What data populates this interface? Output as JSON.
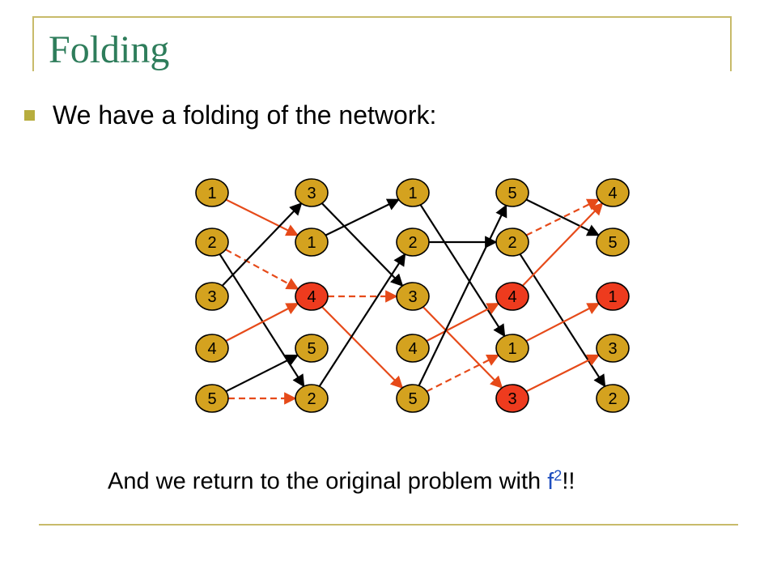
{
  "slide": {
    "title": "Folding",
    "bullet": "We have a folding of the network:",
    "footer_before": "And we return to the original problem with ",
    "footer_var": "f",
    "footer_sup": "2",
    "footer_after": "!!"
  },
  "network": {
    "colors": {
      "node_fill": "#d4a21f",
      "node_highlight": "#ee3b1e",
      "edge_red": "#e64a19",
      "edge_black": "#000000"
    },
    "columns": [
      [
        "1",
        "2",
        "3",
        "4",
        "5"
      ],
      [
        "3",
        "1",
        "4",
        "5",
        "2"
      ],
      [
        "1",
        "2",
        "3",
        "4",
        "5"
      ],
      [
        "5",
        "2",
        "4",
        "1",
        "3"
      ],
      [
        "4",
        "5",
        "1",
        "3",
        "2"
      ]
    ],
    "highlighted": [
      [
        1,
        2
      ],
      [
        3,
        2
      ],
      [
        3,
        4
      ],
      [
        4,
        2
      ]
    ],
    "edges": [
      {
        "from": [
          0,
          0
        ],
        "to": [
          1,
          1
        ],
        "color": "red",
        "style": "solid"
      },
      {
        "from": [
          0,
          1
        ],
        "to": [
          1,
          2
        ],
        "color": "red",
        "style": "dashed"
      },
      {
        "from": [
          0,
          1
        ],
        "to": [
          1,
          4
        ],
        "color": "black",
        "style": "solid"
      },
      {
        "from": [
          0,
          2
        ],
        "to": [
          1,
          0
        ],
        "color": "black",
        "style": "solid"
      },
      {
        "from": [
          0,
          3
        ],
        "to": [
          1,
          2
        ],
        "color": "red",
        "style": "solid"
      },
      {
        "from": [
          0,
          4
        ],
        "to": [
          1,
          3
        ],
        "color": "black",
        "style": "solid"
      },
      {
        "from": [
          0,
          4
        ],
        "to": [
          1,
          4
        ],
        "color": "red",
        "style": "dashed"
      },
      {
        "from": [
          1,
          0
        ],
        "to": [
          2,
          2
        ],
        "color": "black",
        "style": "solid"
      },
      {
        "from": [
          1,
          1
        ],
        "to": [
          2,
          0
        ],
        "color": "black",
        "style": "solid"
      },
      {
        "from": [
          1,
          2
        ],
        "to": [
          2,
          2
        ],
        "color": "red",
        "style": "dashed"
      },
      {
        "from": [
          1,
          2
        ],
        "to": [
          2,
          4
        ],
        "color": "red",
        "style": "solid"
      },
      {
        "from": [
          1,
          4
        ],
        "to": [
          2,
          1
        ],
        "color": "black",
        "style": "solid"
      },
      {
        "from": [
          2,
          0
        ],
        "to": [
          3,
          3
        ],
        "color": "black",
        "style": "solid"
      },
      {
        "from": [
          2,
          1
        ],
        "to": [
          3,
          1
        ],
        "color": "black",
        "style": "solid"
      },
      {
        "from": [
          2,
          2
        ],
        "to": [
          3,
          4
        ],
        "color": "red",
        "style": "solid"
      },
      {
        "from": [
          2,
          3
        ],
        "to": [
          3,
          2
        ],
        "color": "red",
        "style": "solid"
      },
      {
        "from": [
          2,
          4
        ],
        "to": [
          3,
          0
        ],
        "color": "black",
        "style": "solid"
      },
      {
        "from": [
          2,
          4
        ],
        "to": [
          3,
          3
        ],
        "color": "red",
        "style": "dashed"
      },
      {
        "from": [
          3,
          0
        ],
        "to": [
          4,
          1
        ],
        "color": "black",
        "style": "solid"
      },
      {
        "from": [
          3,
          1
        ],
        "to": [
          4,
          0
        ],
        "color": "red",
        "style": "dashed"
      },
      {
        "from": [
          3,
          1
        ],
        "to": [
          4,
          4
        ],
        "color": "black",
        "style": "solid"
      },
      {
        "from": [
          3,
          2
        ],
        "to": [
          4,
          0
        ],
        "color": "red",
        "style": "solid"
      },
      {
        "from": [
          3,
          3
        ],
        "to": [
          4,
          2
        ],
        "color": "red",
        "style": "solid"
      },
      {
        "from": [
          3,
          4
        ],
        "to": [
          4,
          3
        ],
        "color": "red",
        "style": "solid"
      }
    ]
  }
}
